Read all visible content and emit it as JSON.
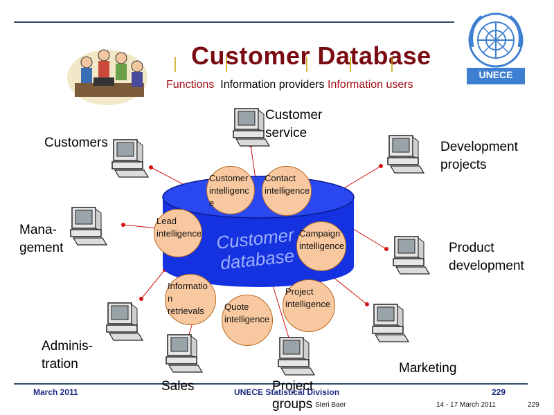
{
  "slide": {
    "title": "Customer Database",
    "subtitle": {
      "functions": "Functions",
      "providers": "Information providers",
      "users": "Information users"
    },
    "logo_text": "UNECE",
    "db_label": "Customer database"
  },
  "bubbles": [
    {
      "id": "customer-intelligence",
      "text": "Customer\nintelligenc\ne"
    },
    {
      "id": "contact-intelligence",
      "text": "Contact\nintelligence"
    },
    {
      "id": "lead-intelligence",
      "text": "Lead\nintelligence"
    },
    {
      "id": "campaign-intelligence",
      "text": "Campaign\nintelligence"
    },
    {
      "id": "information-retrievals",
      "text": "Informatio\nn\nretrievals"
    },
    {
      "id": "quote-intelligence",
      "text": "Quote\nintelligence"
    },
    {
      "id": "project-intelligence",
      "text": "Project\nintelligence"
    }
  ],
  "users": [
    {
      "id": "customer-service",
      "text": "Customer\nservice"
    },
    {
      "id": "customers",
      "text": "Customers"
    },
    {
      "id": "development-projects",
      "text": "Development\nprojects"
    },
    {
      "id": "management",
      "text": "Mana-\ngement"
    },
    {
      "id": "product-development",
      "text": "Product\ndevelopment"
    },
    {
      "id": "administration",
      "text": "Adminis-\ntration"
    },
    {
      "id": "sales",
      "text": "Sales"
    },
    {
      "id": "project-groups",
      "text": "Project\ngroups"
    },
    {
      "id": "marketing",
      "text": "Marketing"
    }
  ],
  "footer": {
    "date": "March 2011",
    "division": "UNECE Statistical Division",
    "page": "229",
    "author": "Steri Baer",
    "dates": "14 - 17 March 2011",
    "page_small": "229"
  },
  "colors": {
    "title": "#7a0b12",
    "cylinder": "#1432e0",
    "bubble_fill": "#f8c9a0",
    "bubble_stroke": "#b5651d",
    "connector": "#d01010",
    "rule": "#2f4a6a",
    "footer_text": "#1a2a80"
  }
}
